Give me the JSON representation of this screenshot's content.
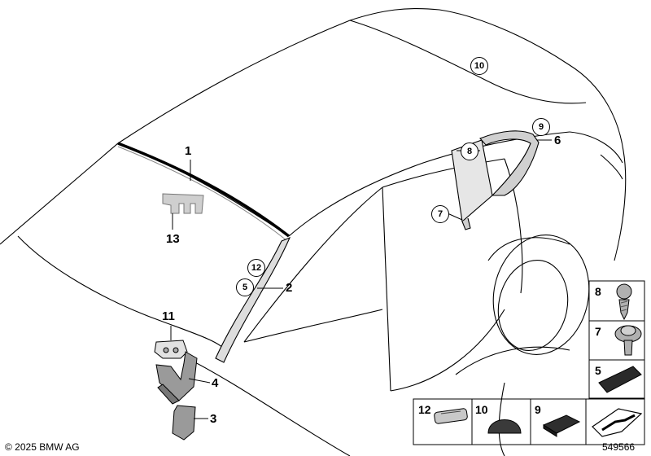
{
  "callouts": {
    "c1": "1",
    "c2": "2",
    "c3": "3",
    "c4": "4",
    "c6": "6",
    "c11": "11",
    "c13": "13"
  },
  "circled_callouts": {
    "c5": "5",
    "c7": "7",
    "c8": "8",
    "c9": "9",
    "c10": "10",
    "c12": "12"
  },
  "legend": {
    "cell8": "8",
    "cell7": "7",
    "cell5": "5",
    "cell12": "12",
    "cell10": "10",
    "cell9": "9"
  },
  "footer": {
    "copyright": "© 2025 BMW AG",
    "diagram_number": "549566"
  }
}
